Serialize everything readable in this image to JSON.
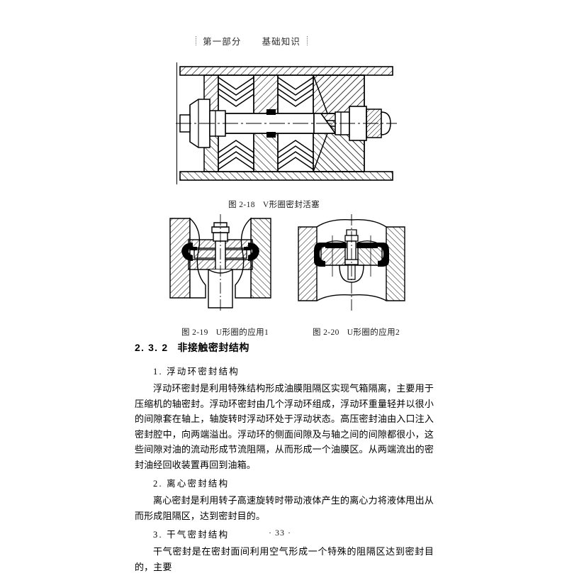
{
  "header": {
    "part": "第一部分",
    "subject": "基础知识"
  },
  "figures": [
    {
      "id": "fig-2-18",
      "caption_number": "图 2-18",
      "caption_title": "V形圈密封活塞",
      "description": "V形圈密封活塞剖视图"
    },
    {
      "id": "fig-2-19",
      "caption_number": "图 2-19",
      "caption_title": "U形圈的应用1",
      "description": "U形圈的应用剖视图1"
    },
    {
      "id": "fig-2-20",
      "caption_number": "图 2-20",
      "caption_title": "U形圈的应用2",
      "description": "U形圈的应用剖视图2"
    }
  ],
  "section": {
    "number": "2. 3. 2",
    "title": "非接触密封结构"
  },
  "subsections": [
    {
      "heading": "1. 浮动环密封结构",
      "paragraphs": [
        "浮动环密封是利用特殊结构形成油膜阻隔区实现气箱隔离，主要用于压缩机的轴密封。浮动环密封由几个浮动环组成，浮动环重量轻并以很小的间隙套在轴上，轴旋转时浮动环处于浮动状态。高压密封油由入口注入密封腔中，向两端溢出。浮动环的侧面间隙及与轴之间的间隙都很小，这些间隙对油的流动形成节流阻隔，从而形成一个油膜区。从两端流出的密封油经回收装置再回到油箱。"
      ]
    },
    {
      "heading": "2. 离心密封结构",
      "paragraphs": [
        "离心密封是利用转子高速旋转时带动液体产生的离心力将液体甩出从而形成阻隔区，达到密封目的。"
      ]
    },
    {
      "heading": "3. 干气密封结构",
      "paragraphs": [
        "干气密封是在密封面间利用空气形成一个特殊的阻隔区达到密封目的，主要"
      ]
    }
  ],
  "folio": "· 33 ·",
  "colors": {
    "ink": "#000000",
    "paper": "#ffffff",
    "header_ink": "#2b2b2b"
  }
}
